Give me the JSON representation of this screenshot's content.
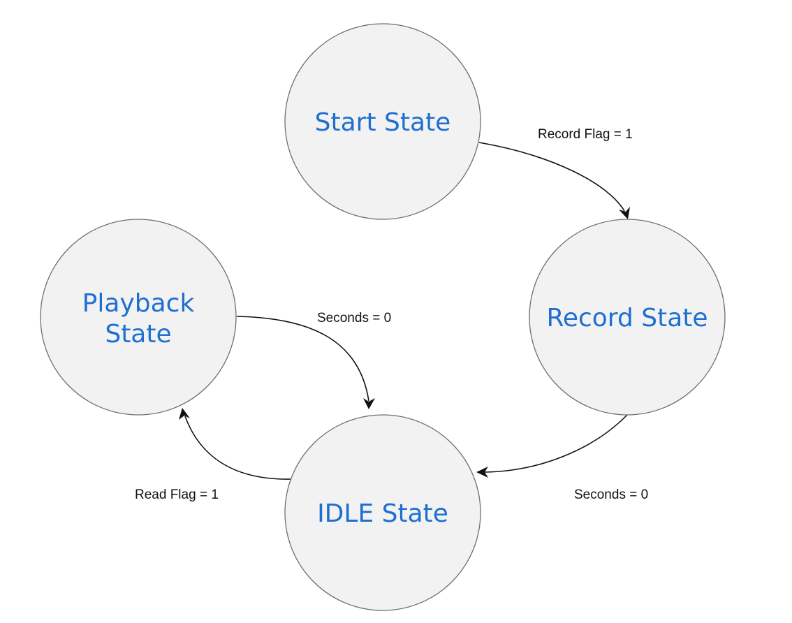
{
  "states": {
    "start": {
      "lines": [
        "Start State"
      ]
    },
    "record": {
      "lines": [
        "Record State"
      ]
    },
    "playback": {
      "lines": [
        "Playback",
        "State"
      ]
    },
    "idle": {
      "lines": [
        "IDLE State"
      ]
    }
  },
  "transitions": [
    {
      "from": "start",
      "to": "record",
      "label": "Record Flag = 1"
    },
    {
      "from": "record",
      "to": "idle",
      "label": "Seconds = 0"
    },
    {
      "from": "playback",
      "to": "idle",
      "label": "Seconds = 0"
    },
    {
      "from": "idle",
      "to": "playback",
      "label": "Read Flag = 1"
    }
  ],
  "colors": {
    "state_fill": "#f2f2f2",
    "state_stroke": "#6e6e6e",
    "state_text": "#1f6fd1",
    "edge": "#111111"
  }
}
